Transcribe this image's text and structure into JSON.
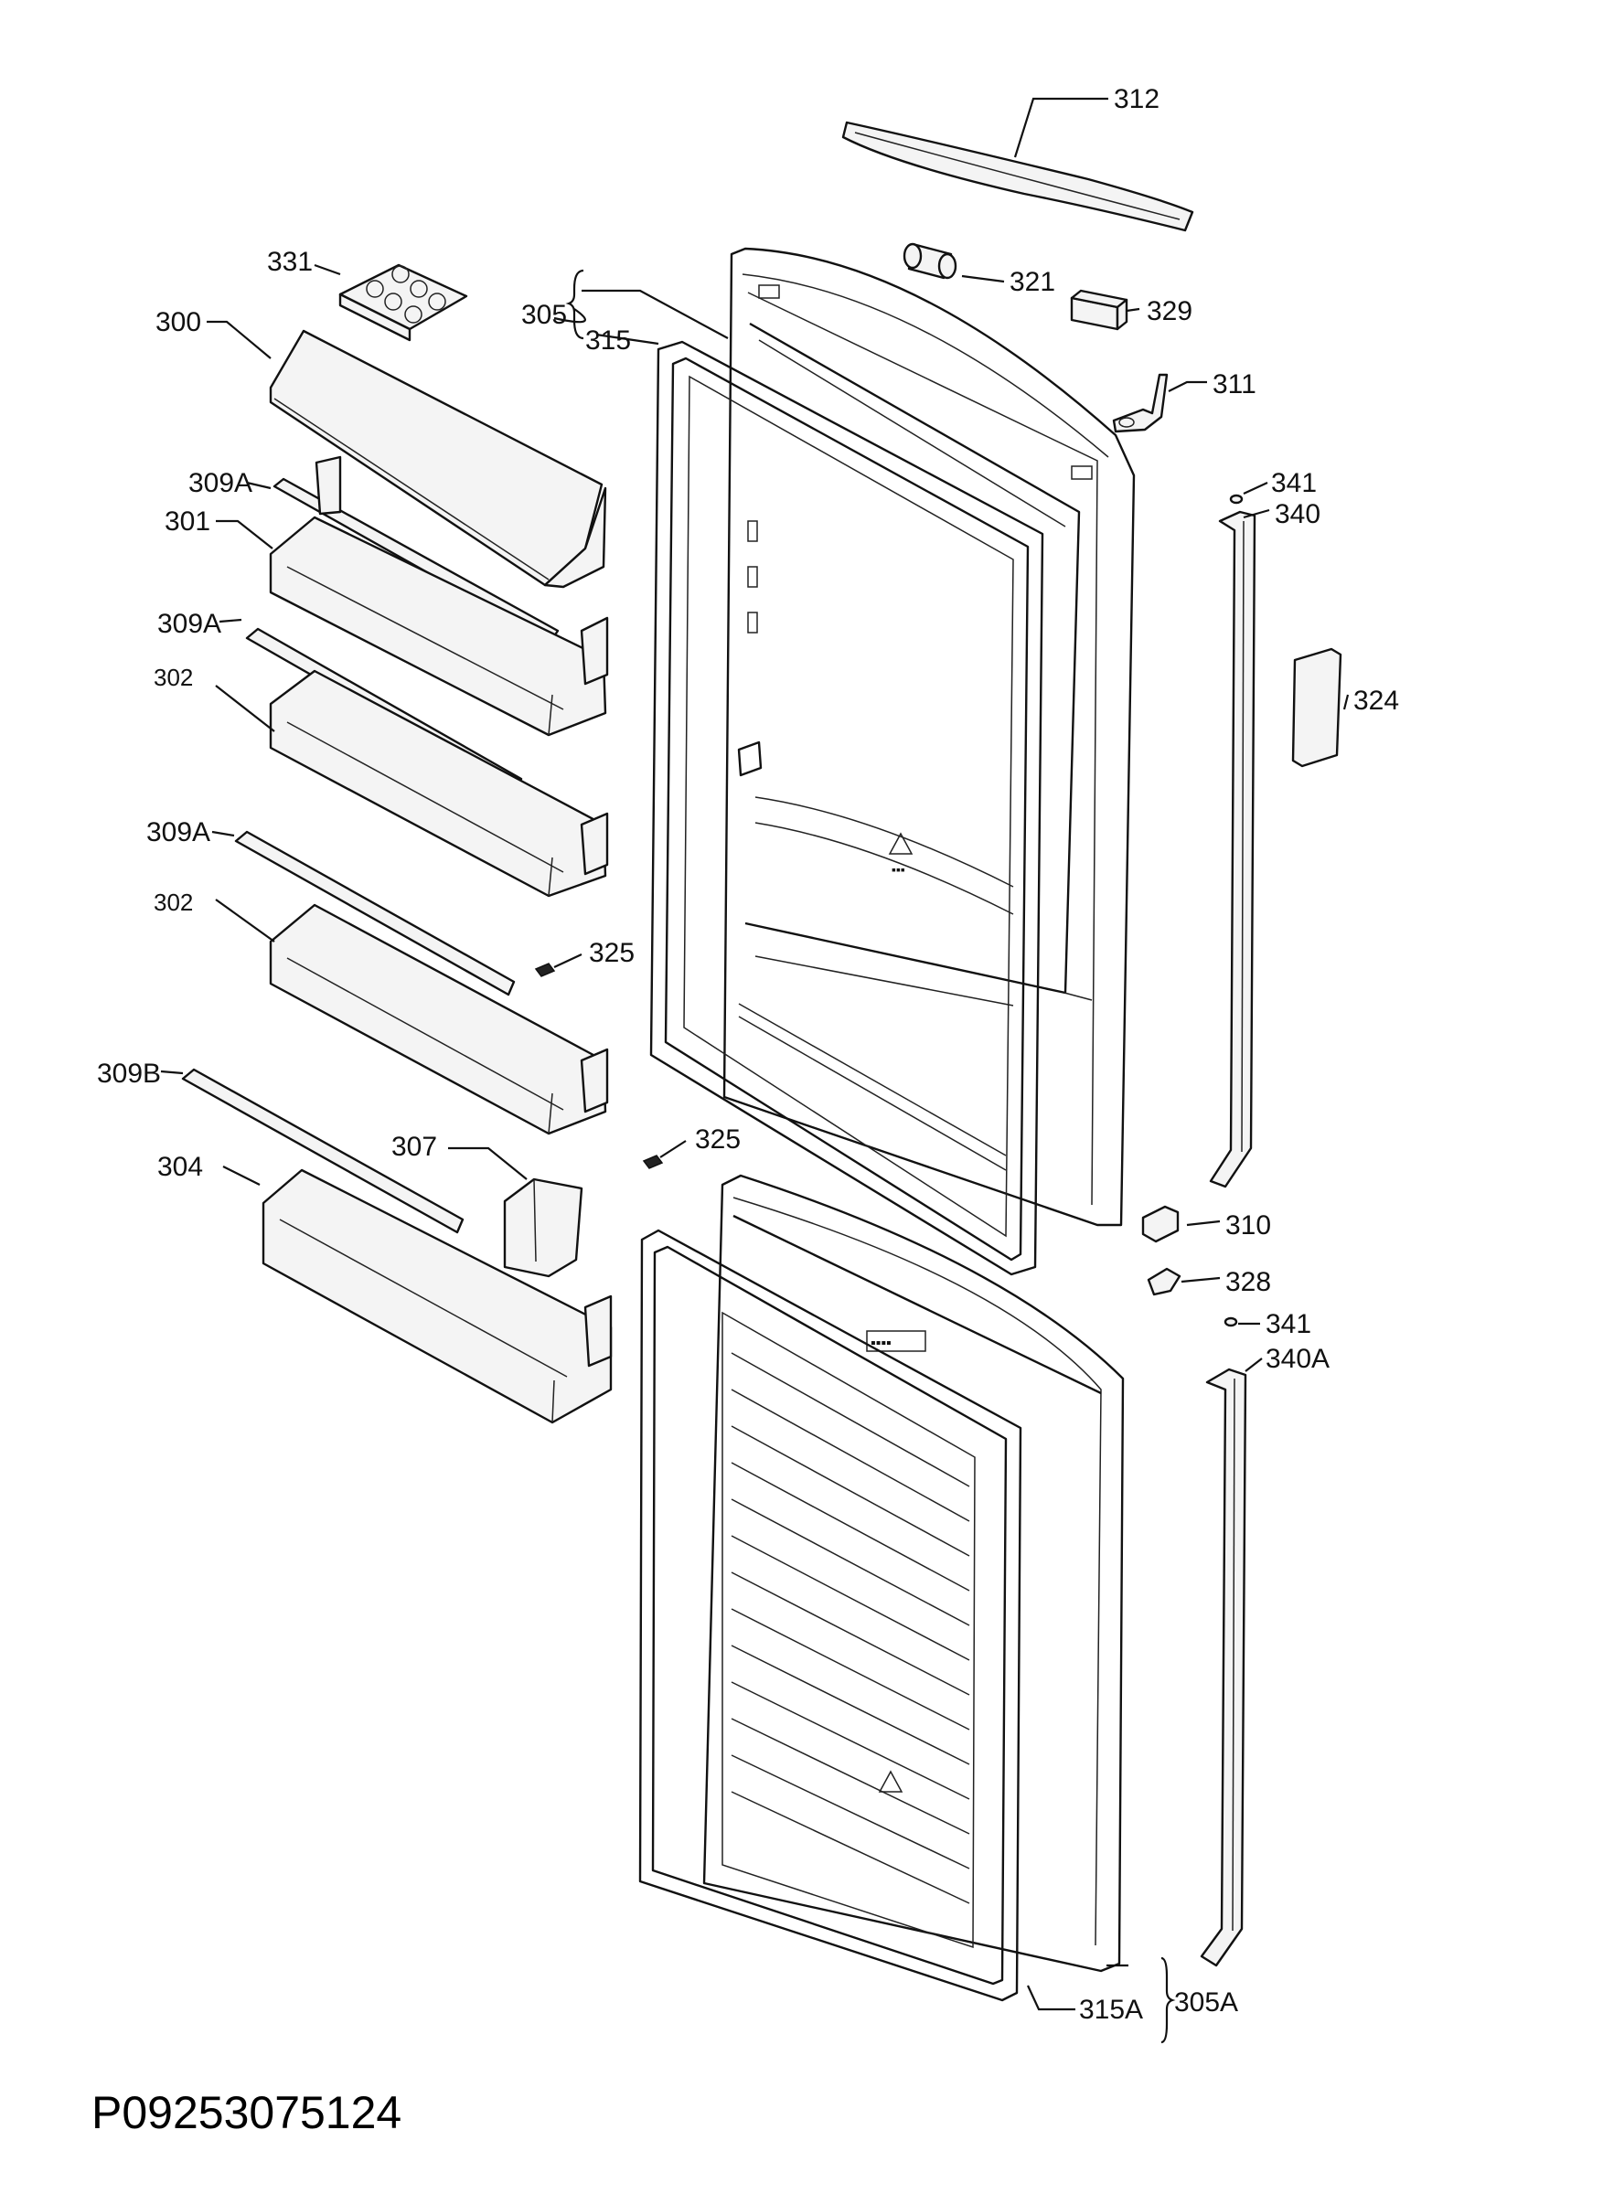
{
  "drawing_code": "P09253075124",
  "callouts": {
    "c312": "312",
    "c321": "321",
    "c329": "329",
    "c311": "311",
    "c305": "305",
    "c315": "315",
    "c331": "331",
    "c300": "300",
    "c309a_1": "309A",
    "c301": "301",
    "c309a_2": "309A",
    "c302_1": "302",
    "c309a_3": "309A",
    "c302_2": "302",
    "c325_1": "325",
    "c309b": "309B",
    "c304": "304",
    "c307": "307",
    "c325_2": "325",
    "c341_1": "341",
    "c340": "340",
    "c324": "324",
    "c310": "310",
    "c328": "328",
    "c341_2": "341",
    "c340a": "340A",
    "c315a": "315A",
    "c305a": "305A"
  }
}
